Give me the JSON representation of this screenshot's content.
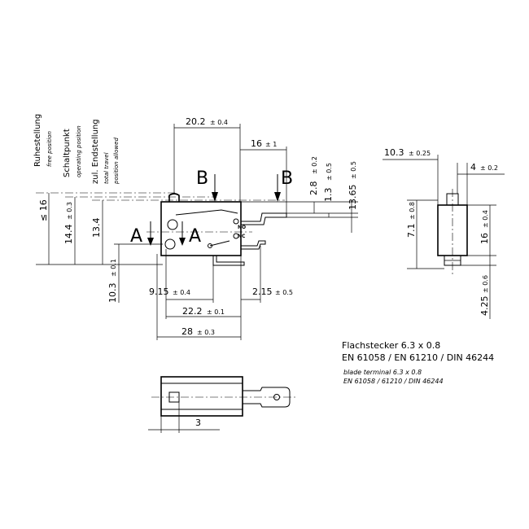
{
  "positions": {
    "free": {
      "de": "Ruhestellung",
      "en": "free position"
    },
    "operating": {
      "de": "Schaltpunkt",
      "en": "operating position"
    },
    "travel": {
      "de": "zul. Endstellung",
      "en": "total travel",
      "en2": "position allowed"
    }
  },
  "sections": {
    "a": "A",
    "b": "B"
  },
  "terminals": {
    "no": "NO",
    "nc": "NC"
  },
  "dims_top": {
    "d20_2": {
      "v": "20.2",
      "t": "± 0.4"
    },
    "d16": {
      "v": "16",
      "t": "± 1"
    }
  },
  "dims_left": {
    "d16max": {
      "v": "≤ 16"
    },
    "d14_4": {
      "v": "14.4",
      "t": "± 0.3"
    },
    "d13_4": {
      "v": "13.4"
    },
    "d10_3": {
      "v": "10.3",
      "t": "± 0.1"
    }
  },
  "dims_right": {
    "d2_8": {
      "v": "2.8",
      "t": "± 0.2"
    },
    "d1_3": {
      "v": "1.3",
      "t": "± 0.5"
    },
    "d13_65": {
      "v": "13.65",
      "t": "± 0.5"
    }
  },
  "dims_bottom": {
    "d9_15": {
      "v": "9.15",
      "t": "± 0.4"
    },
    "d2_15": {
      "v": "2.15",
      "t": "± 0.5"
    },
    "d22_2": {
      "v": "22.2",
      "t": "± 0.1"
    },
    "d28": {
      "v": "28",
      "t": "± 0.3"
    }
  },
  "dims_side": {
    "d10_3": {
      "v": "10.3",
      "t": "± 0.25"
    },
    "d4": {
      "v": "4",
      "t": "± 0.2"
    },
    "d7_1": {
      "v": "7.1",
      "t": "± 0.8"
    },
    "d16": {
      "v": "16",
      "t": "± 0.4"
    },
    "d4_25": {
      "v": "4.25",
      "t": "± 0.6"
    }
  },
  "dims_plan": {
    "d3": {
      "v": "3"
    }
  },
  "note": {
    "de1": "Flachstecker 6.3 x 0.8",
    "de2": "EN 61058 / EN 61210 / DIN 46244",
    "en1": "blade terminal 6.3 x 0.8",
    "en2": "EN 61058 / 61210 / DIN 46244"
  }
}
